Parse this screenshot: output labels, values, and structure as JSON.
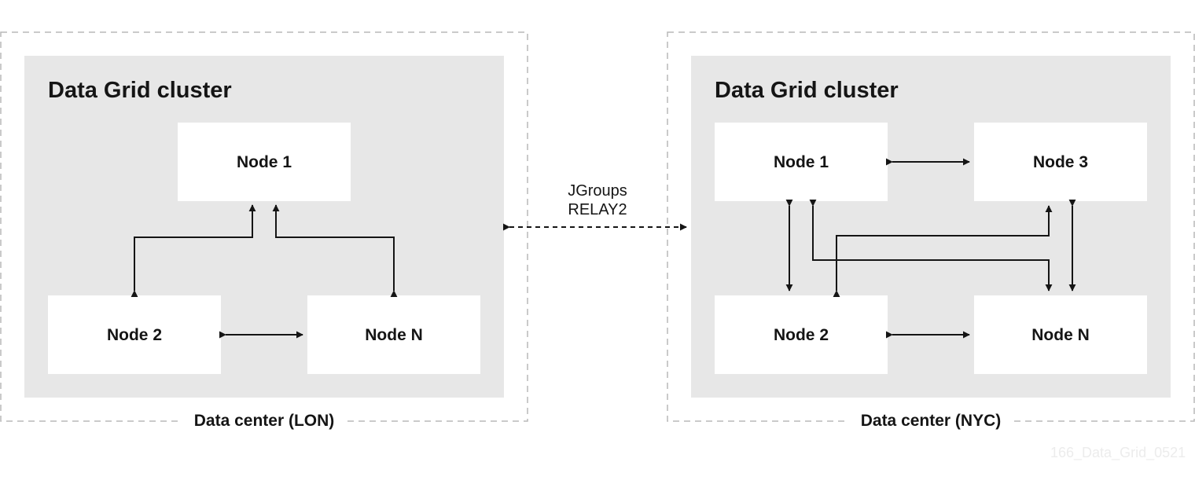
{
  "sites": [
    {
      "datacenter_label": "Data center (LON)",
      "cluster_title": "Data Grid cluster",
      "nodes": [
        "Node 1",
        "Node 2",
        "Node N"
      ]
    },
    {
      "datacenter_label": "Data center (NYC)",
      "cluster_title": "Data Grid cluster",
      "nodes": [
        "Node 1",
        "Node 3",
        "Node 2",
        "Node N"
      ]
    }
  ],
  "relay": {
    "line1": "JGroups",
    "line2": "RELAY2"
  },
  "watermark": "166_Data_Grid_0521",
  "colors": {
    "cluster_background": "#e7e7e7",
    "node_background": "#ffffff",
    "border_dashed": "#b8b8b8",
    "text": "#151515"
  }
}
